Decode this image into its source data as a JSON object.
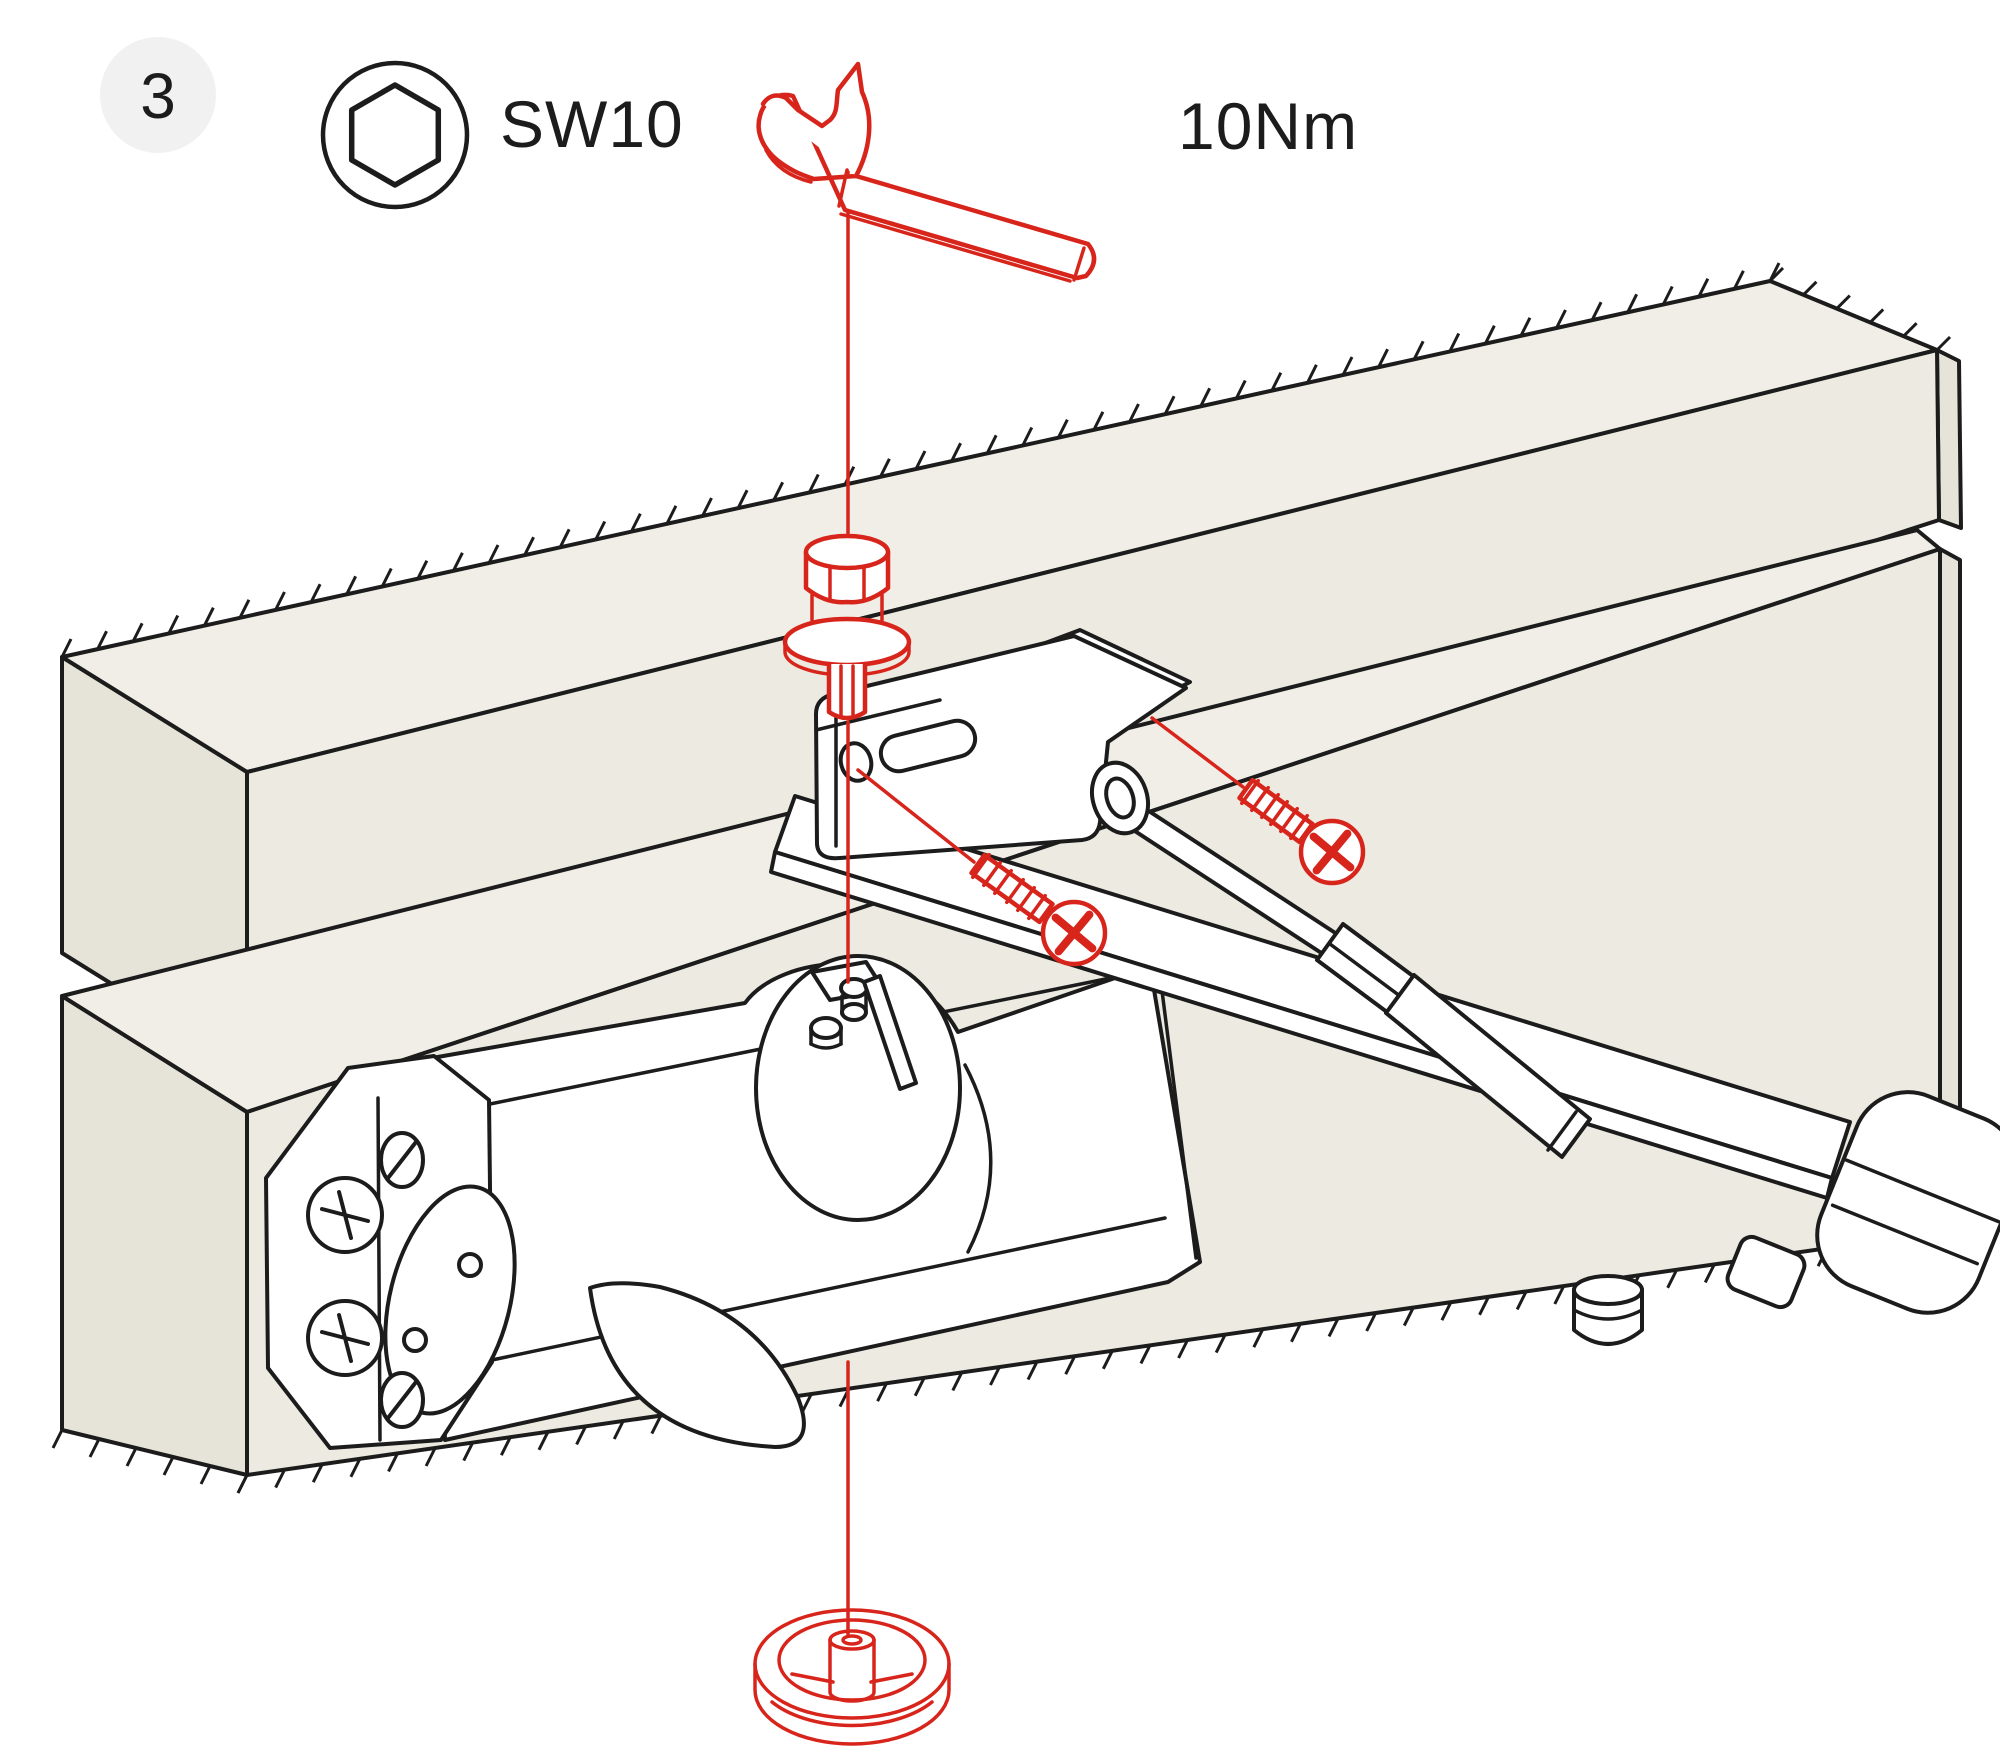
{
  "header": {
    "step_badge": "3",
    "socket_size": "SW10",
    "torque": "10Nm"
  },
  "colors": {
    "accent_red": "#D8251C",
    "wood_fill": "#ECEAE1",
    "wood_top": "#F0EEE6",
    "wood_side": "#E6E4D9",
    "line": "#1C1C1C",
    "badge_bg": "#F1F1F1",
    "background": "#FFFFFF"
  },
  "illustration": {
    "parts": [
      "door-frame-beam",
      "door-beam",
      "door-closer-body",
      "closer-end-cap",
      "pinion-shaft",
      "main-arm",
      "arm-end-cap",
      "forearm-rod",
      "arm-bracket",
      "bracket-pivot-disc",
      "hex-flange-bolt",
      "fixing-screw-left",
      "fixing-screw-right",
      "alignment-axis",
      "adjusting-ring",
      "elbow-knob"
    ]
  }
}
